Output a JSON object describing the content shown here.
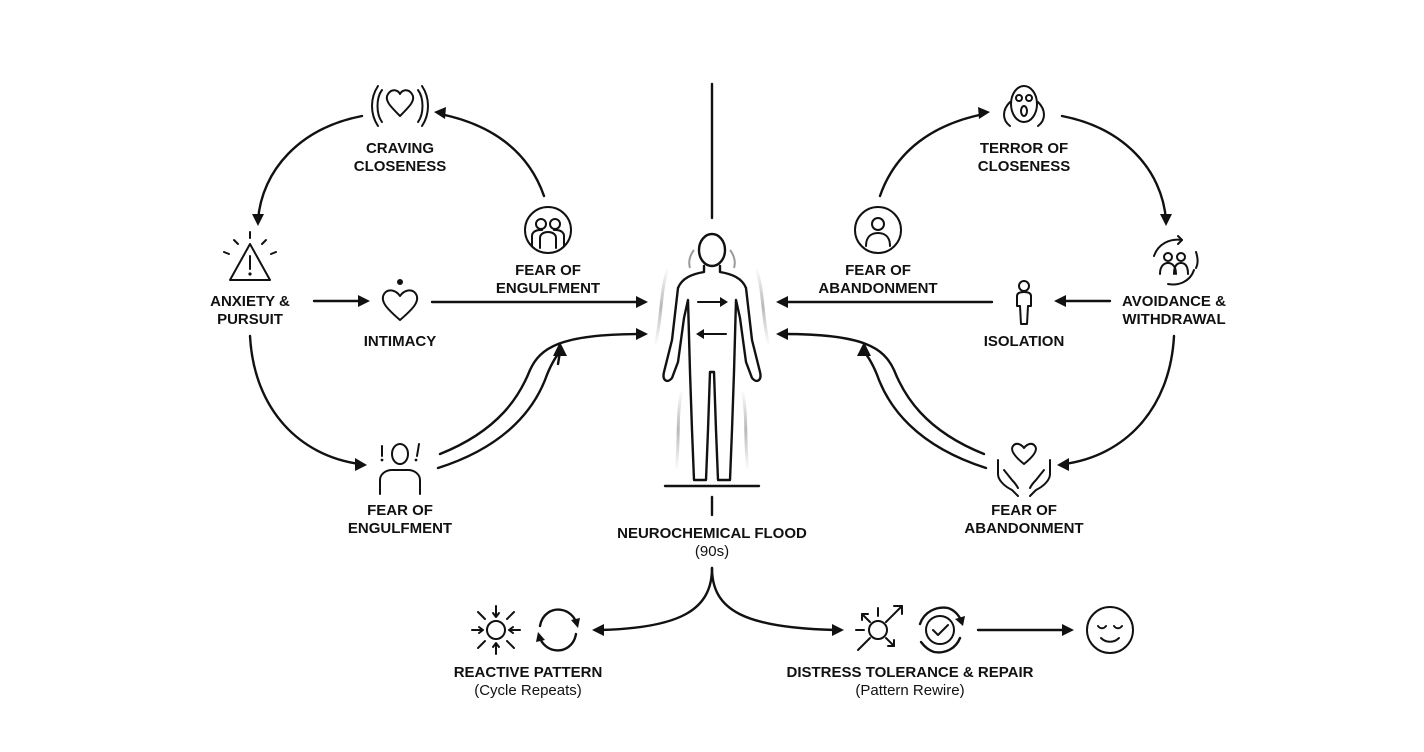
{
  "nodes": {
    "craving": {
      "line1": "CRAVING",
      "line2": "CLOSENESS"
    },
    "anxiety": {
      "line1": "ANXIETY &",
      "line2": "PURSUIT"
    },
    "intimacy": {
      "line1": "INTIMACY"
    },
    "fear_engulf_top": {
      "line1": "FEAR OF",
      "line2": "ENGULFMENT"
    },
    "fear_engulf_bottom": {
      "line1": "FEAR OF",
      "line2": "ENGULFMENT"
    },
    "terror": {
      "line1": "TERROR OF",
      "line2": "CLOSENESS"
    },
    "fear_aband_top": {
      "line1": "FEAR OF",
      "line2": "ABANDONMENT"
    },
    "avoidance": {
      "line1": "AVOIDANCE &",
      "line2": "WITHDRAWAL"
    },
    "isolation": {
      "line1": "ISOLATION"
    },
    "fear_aband_bottom": {
      "line1": "FEAR OF",
      "line2": "ABANDONMENT"
    },
    "flood": {
      "line1": "NEUROCHEMICAL FLOOD",
      "line2": "(90s)"
    },
    "reactive": {
      "line1": "REACTIVE PATTERN",
      "line2": "(Cycle Repeats)"
    },
    "distress": {
      "line1": "DISTRESS TOLERANCE & REPAIR",
      "line2": "(Pattern Rewire)"
    }
  },
  "icons": [
    "heart-waves-icon",
    "warning-triangle-icon",
    "heart-icon",
    "people-circle-icon",
    "alarmed-person-icon",
    "scream-face-icon",
    "person-circle-icon",
    "people-cycle-icon",
    "standing-person-icon",
    "hands-heart-icon",
    "human-body-icon",
    "compress-sun-icon",
    "cycle-arrows-icon",
    "expand-sun-icon",
    "check-cycle-icon",
    "calm-face-icon"
  ],
  "colors": {
    "stroke": "#111111",
    "background": "#ffffff",
    "glow": "#9a9a9a"
  }
}
